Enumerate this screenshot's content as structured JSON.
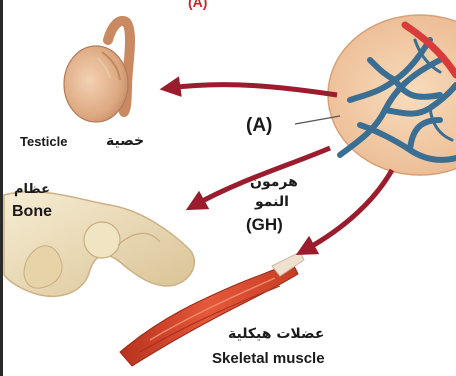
{
  "top_partial_text": "(A)",
  "label_a": "(A)",
  "testicle": {
    "en": "Testicle",
    "ar": "خصية"
  },
  "bone": {
    "en": "Bone",
    "ar": "عظام"
  },
  "growth_hormone": {
    "ar_line1": "هرمون",
    "ar_line2": "النمو",
    "abbr": "(GH)"
  },
  "skeletal_muscle": {
    "en": "Skeletal muscle",
    "ar": "عضلات هيكلية"
  },
  "colors": {
    "arrow": "#9b1c2c",
    "vessel_blue": "#3b6e93",
    "vessel_red": "#d93b3b",
    "gland_skin": "#f2c9a0",
    "testicle": "#e7b78f",
    "bone": "#eee0bb",
    "muscle": "#d94a2e"
  },
  "icons": [
    "pituitary-gland-icon",
    "testicle-icon",
    "bone-icon",
    "muscle-icon"
  ]
}
